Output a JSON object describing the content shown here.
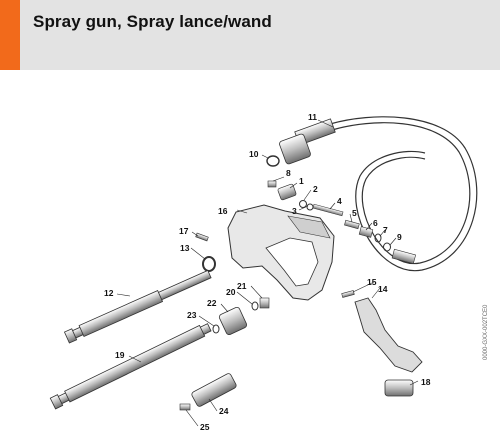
{
  "header": {
    "title": "Spray gun, Spray lance/wand",
    "accent_color": "#f26a1b",
    "band_color": "#e3e3e3"
  },
  "diagram": {
    "reference_code": "0000-GXX-002TCE0",
    "callouts": [
      "1",
      "2",
      "3",
      "4",
      "5",
      "6",
      "7",
      "8",
      "9",
      "10",
      "11",
      "12",
      "13",
      "14",
      "15",
      "16",
      "17",
      "18",
      "19",
      "20",
      "21",
      "22",
      "23",
      "24",
      "25"
    ]
  }
}
